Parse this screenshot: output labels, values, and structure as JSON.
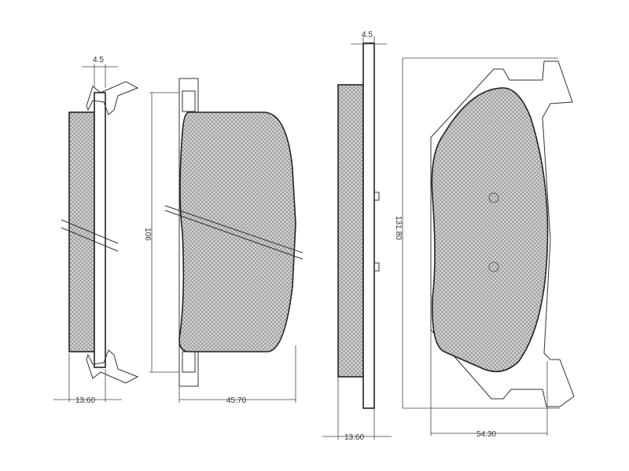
{
  "dimensions": {
    "left_plate_thickness": "4.5",
    "left_pad_thickness": "13.60",
    "front_pad_height": "106",
    "front_pad_width": "45.70",
    "right_plate_thickness": "4.5",
    "right_pad_thickness": "13.60",
    "rear_pad_height": "131.80",
    "rear_pad_width": "54.30"
  },
  "colors": {
    "line": "#333333",
    "hatch": "#8c8c8c",
    "pad_fill": "#cfcfcf"
  }
}
